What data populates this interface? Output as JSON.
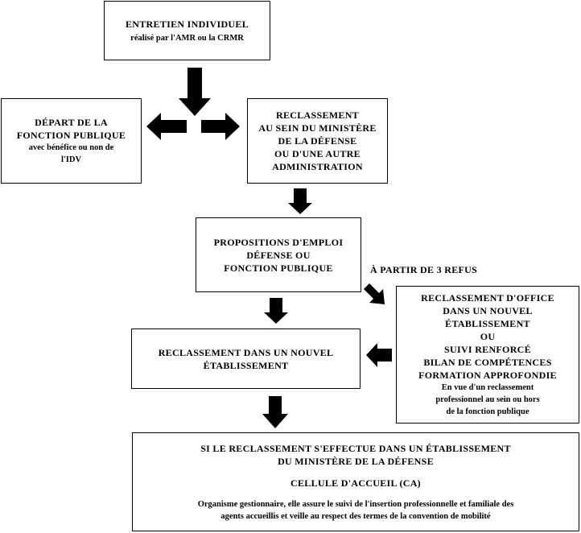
{
  "boxes": {
    "entretien": {
      "title": "ENTRETIEN INDIVIDUEL",
      "subtitle": "réalisé par l'AMR ou la CRMR"
    },
    "depart": {
      "lines": [
        "DÉPART DE LA",
        "FONCTION PUBLIQUE"
      ],
      "small": [
        "avec bénéfice ou non de",
        "l'IDV"
      ]
    },
    "reclassement_ministere": {
      "lines": [
        "RECLASSEMENT",
        "AU SEIN DU MINISTÈRE",
        "DE LA DÉFENSE",
        "OU D'UNE AUTRE",
        "ADMINISTRATION"
      ]
    },
    "propositions": {
      "lines": [
        "PROPOSITIONS D'EMPLOI",
        "DÉFENSE OU",
        "FONCTION PUBLIQUE"
      ]
    },
    "reclassement_office": {
      "lines": [
        "RECLASSEMENT D'OFFICE",
        "DANS UN NOUVEL",
        "ÉTABLISSEMENT",
        "OU",
        "SUIVI RENFORCÉ",
        "BILAN DE COMPÉTENCES",
        "FORMATION APPROFONDIE"
      ],
      "small": [
        "En vue d'un reclassement",
        "professionnel au sein ou hors",
        "de la fonction publique"
      ]
    },
    "nouvel_etablissement": {
      "lines": [
        "RECLASSEMENT DANS UN NOUVEL",
        "ÉTABLISSEMENT"
      ]
    },
    "cellule": {
      "lines": [
        "SI LE RECLASSEMENT S'EFFECTUE DANS UN ÉTABLISSEMENT",
        "DU MINISTÈRE DE LA DÉFENSE"
      ],
      "heading": "CELLULE D'ACCUEIL (CA)",
      "small": [
        "Organisme gestionnaire, elle assure le suivi de l'insertion professionnelle et familiale des",
        "agents accueillis et veille au respect des termes de la convention de mobilité"
      ]
    }
  },
  "labels": {
    "refus": "À PARTIR DE 3 REFUS"
  }
}
